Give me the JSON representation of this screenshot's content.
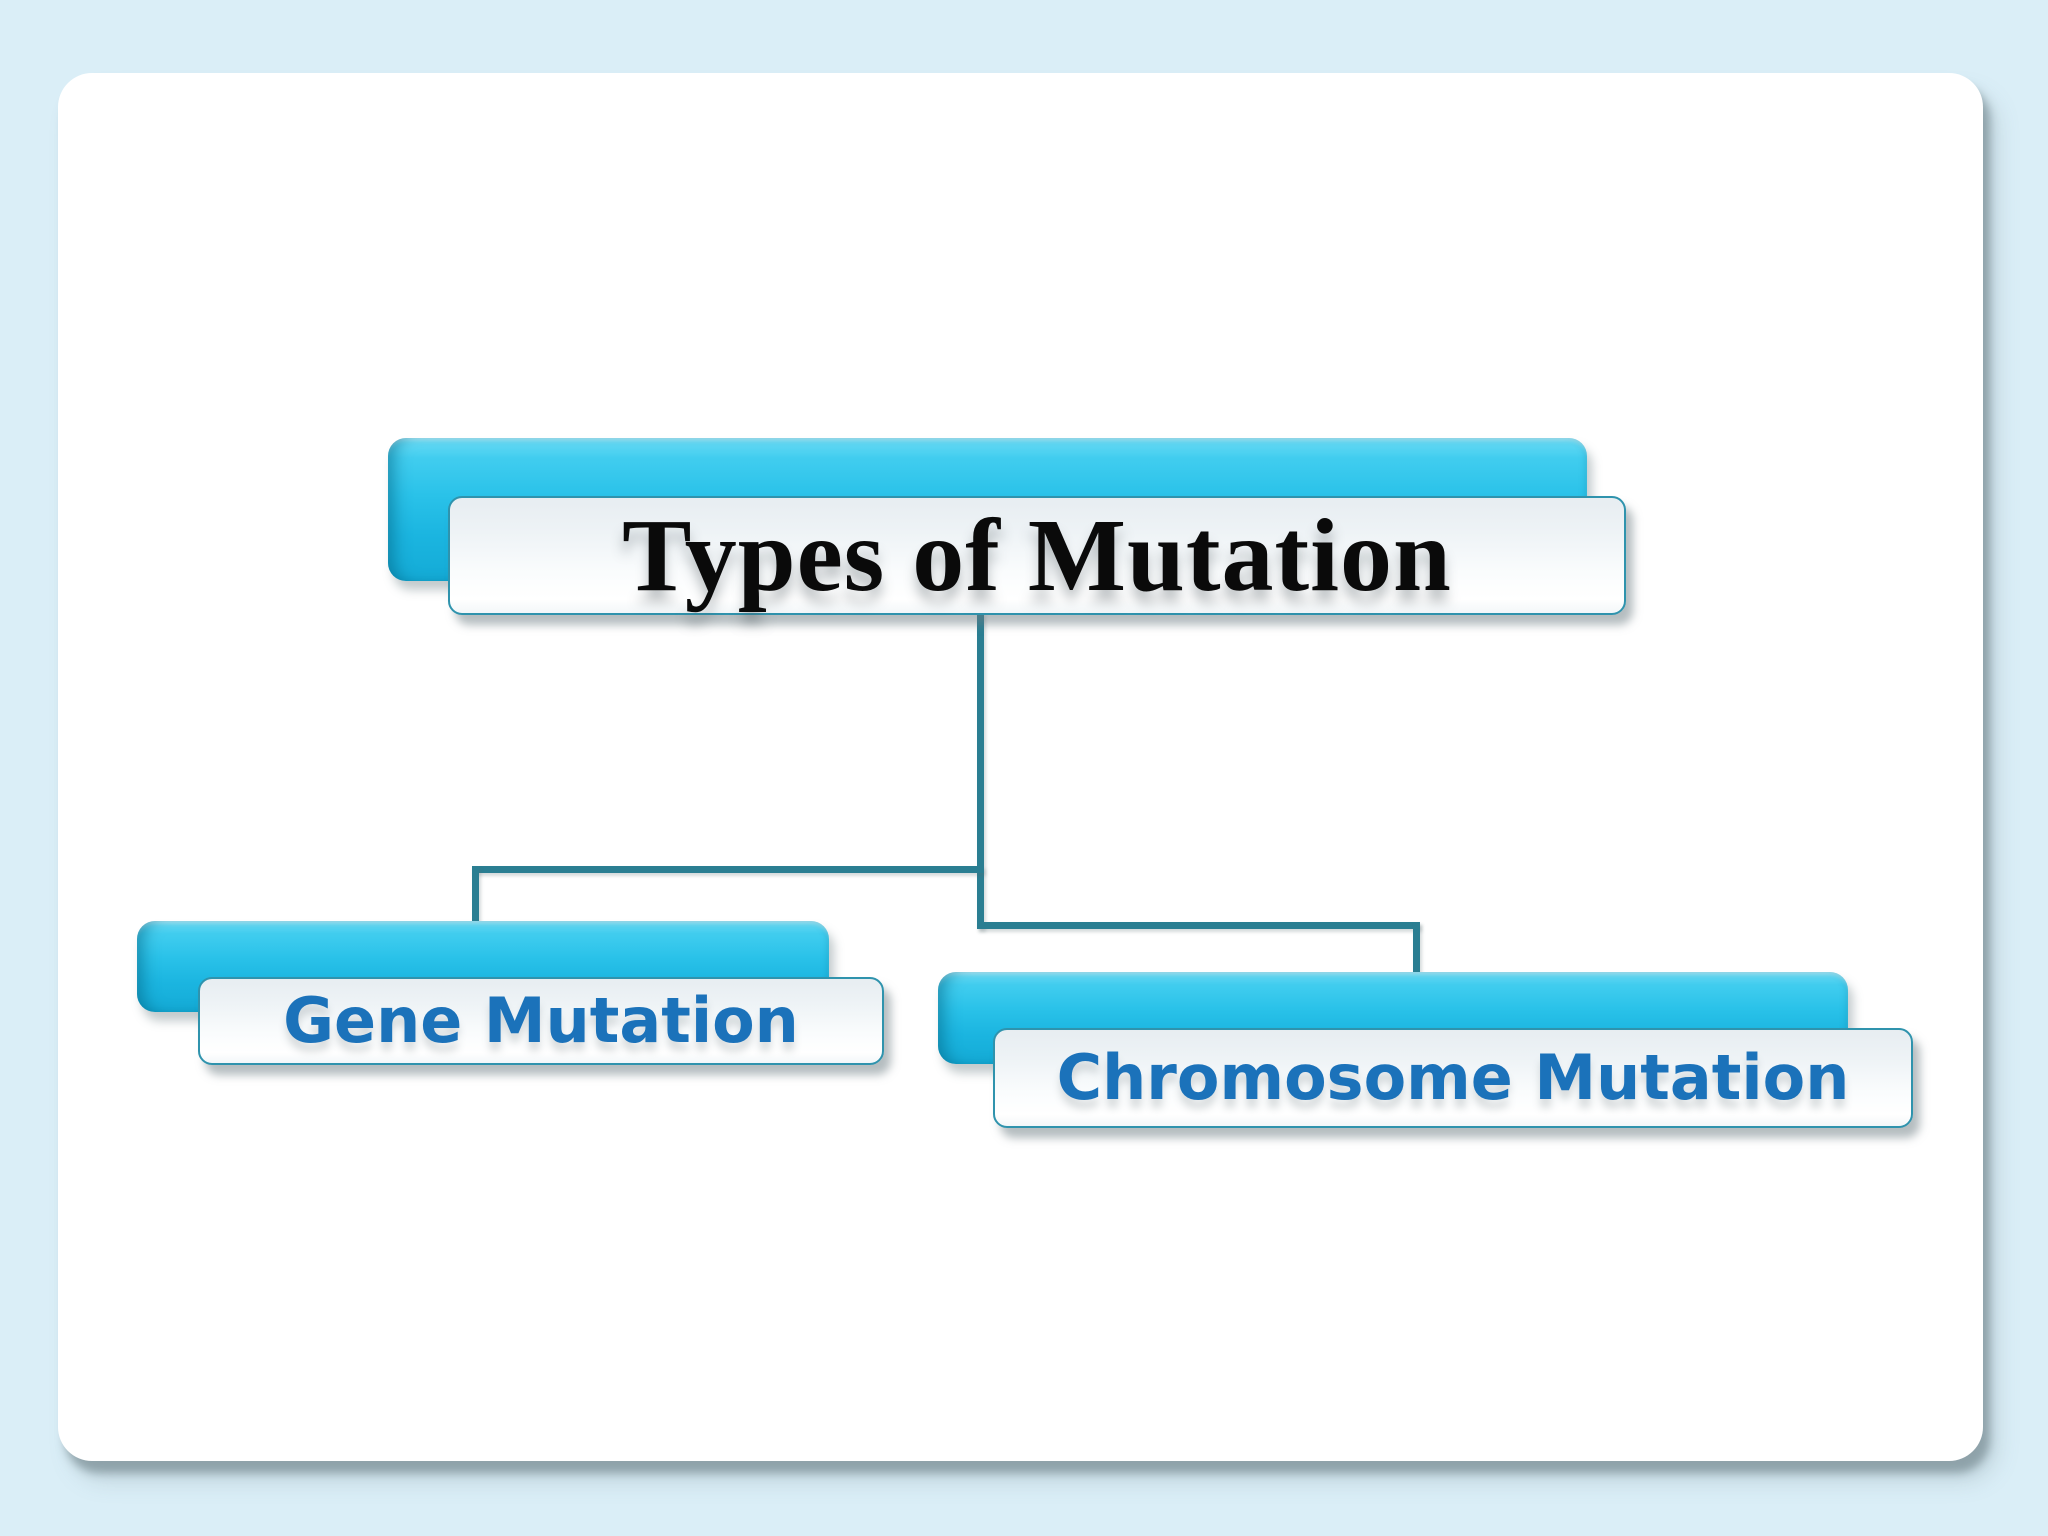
{
  "slide": {
    "background_color": "#daeef7",
    "card_color": "#ffffff"
  },
  "diagram": {
    "type": "hierarchy",
    "root": {
      "label": "Types of Mutation",
      "text_color": "#0a0a0a"
    },
    "children": [
      {
        "label": "Gene Mutation",
        "text_color": "#1b72ba"
      },
      {
        "label": "Chromosome Mutation",
        "text_color": "#1b72ba"
      }
    ],
    "colors": {
      "bar_gradient_top": "#6edef7",
      "bar_gradient_bottom": "#14abd6",
      "connector": "#2a7e92",
      "plate_border": "#2f93ad",
      "plate_gradient_top": "#e7edf1"
    }
  }
}
